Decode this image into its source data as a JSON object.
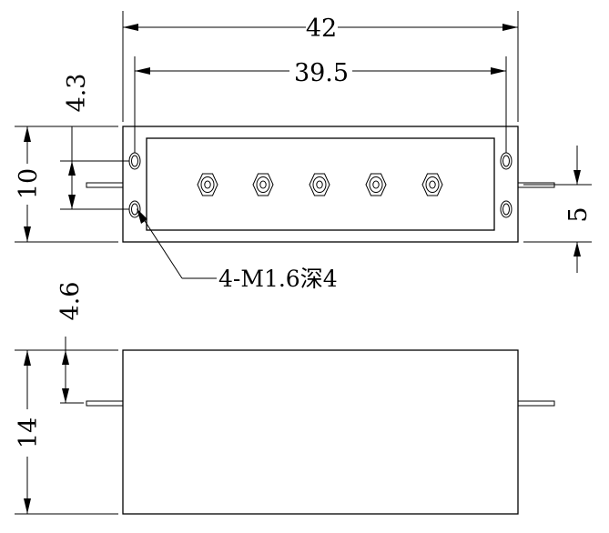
{
  "drawing": {
    "dimensions": {
      "overall_length": "42",
      "hole_spacing": "39.5",
      "height_top_view": "10",
      "hole_offset_top": "4.3",
      "pin_offset_right": "5",
      "height_front_view": "14",
      "pin_offset_front": "4.6"
    },
    "annotations": {
      "thread_callout": "4-M1.6深4"
    },
    "counts": {
      "connectors": 5,
      "mounting_holes": 4
    }
  }
}
